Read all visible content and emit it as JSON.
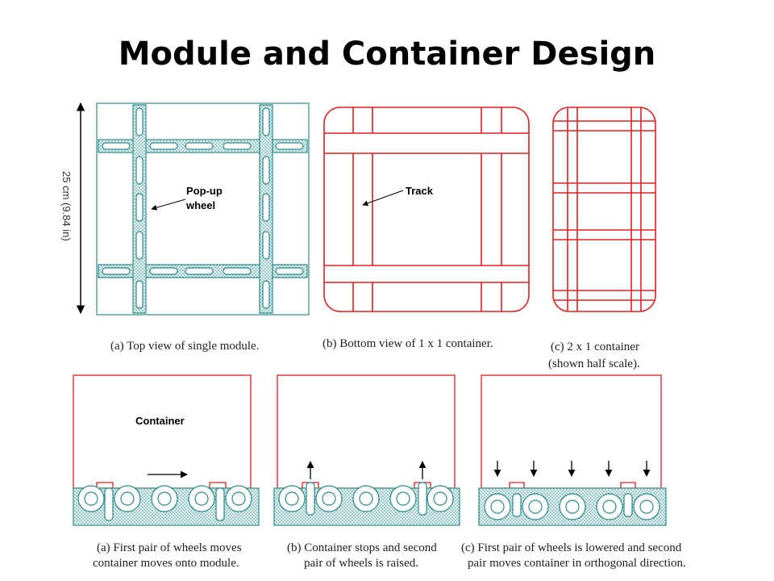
{
  "title": "Module and Container Design",
  "labels": {
    "dimension": "25 cm (9.84 in)",
    "popup_line1": "Pop-up",
    "popup_line2": "wheel",
    "track": "Track",
    "container": "Container"
  },
  "captions": {
    "top_a": "(a) Top view of single module.",
    "top_b": "(b) Bottom view of 1 x 1 container.",
    "top_c_line1": "(c) 2 x 1 container",
    "top_c_line2": "(shown half scale).",
    "bot_a_line1": "(a) First pair of wheels moves",
    "bot_a_line2": "container moves onto module.",
    "bot_b_line1": "(b) Container stops and second",
    "bot_b_line2": "pair of wheels is raised.",
    "bot_c_line1": "(c) First pair of wheels is lowered and second",
    "bot_c_line2": "pair moves container in orthogonal direction."
  },
  "colors": {
    "module": "#2e8b8b",
    "module_fill": "#dff0f0",
    "container": "#e02020",
    "arrow": "#000000"
  }
}
